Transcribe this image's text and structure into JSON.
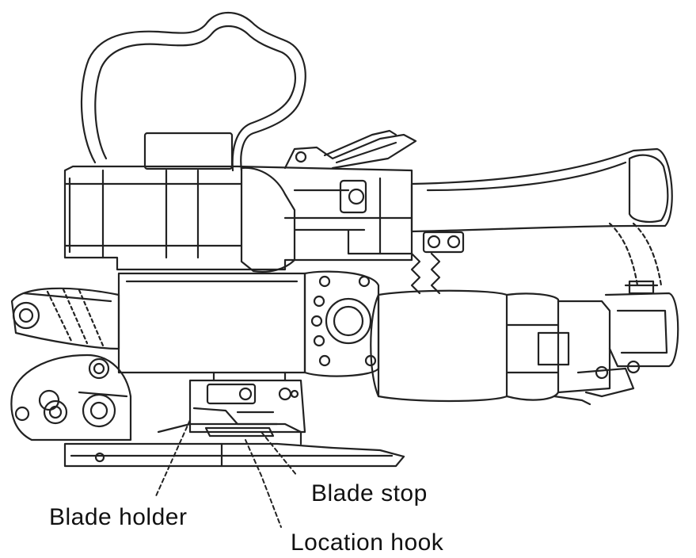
{
  "labels": {
    "blade_stop": "Blade stop",
    "blade_holder": "Blade holder",
    "location_hook": "Location hook"
  },
  "colors": {
    "line": "#222222",
    "fill": "#ffffff"
  }
}
